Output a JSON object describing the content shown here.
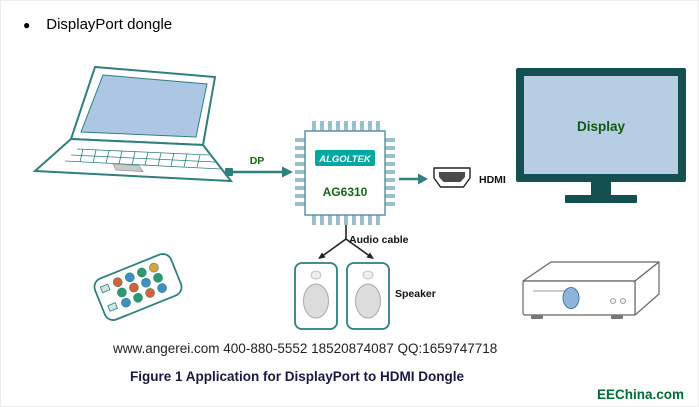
{
  "page": {
    "bullet": "●",
    "title": "DisplayPort dongle",
    "contact": "www.angerei.com 400-880-5552 18520874087 QQ:1659747718",
    "caption": "Figure 1 Application for DisplayPort to HDMI Dongle",
    "watermark": "EEChina.com"
  },
  "chip": {
    "brand": "ALGOLTEK",
    "model": "AG6310"
  },
  "labels": {
    "dp": "DP",
    "hdmi": "HDMI",
    "audio_cable": "Audio cable",
    "speaker": "Speaker",
    "display": "Display"
  },
  "colors": {
    "outline_teal": "#2f7f7f",
    "dark_green_text": "#156615",
    "logo_teal": "#00a7a0",
    "display_frame": "#14504f",
    "screen_blue": "#b7cde3",
    "watermark_green": "#006b33"
  }
}
